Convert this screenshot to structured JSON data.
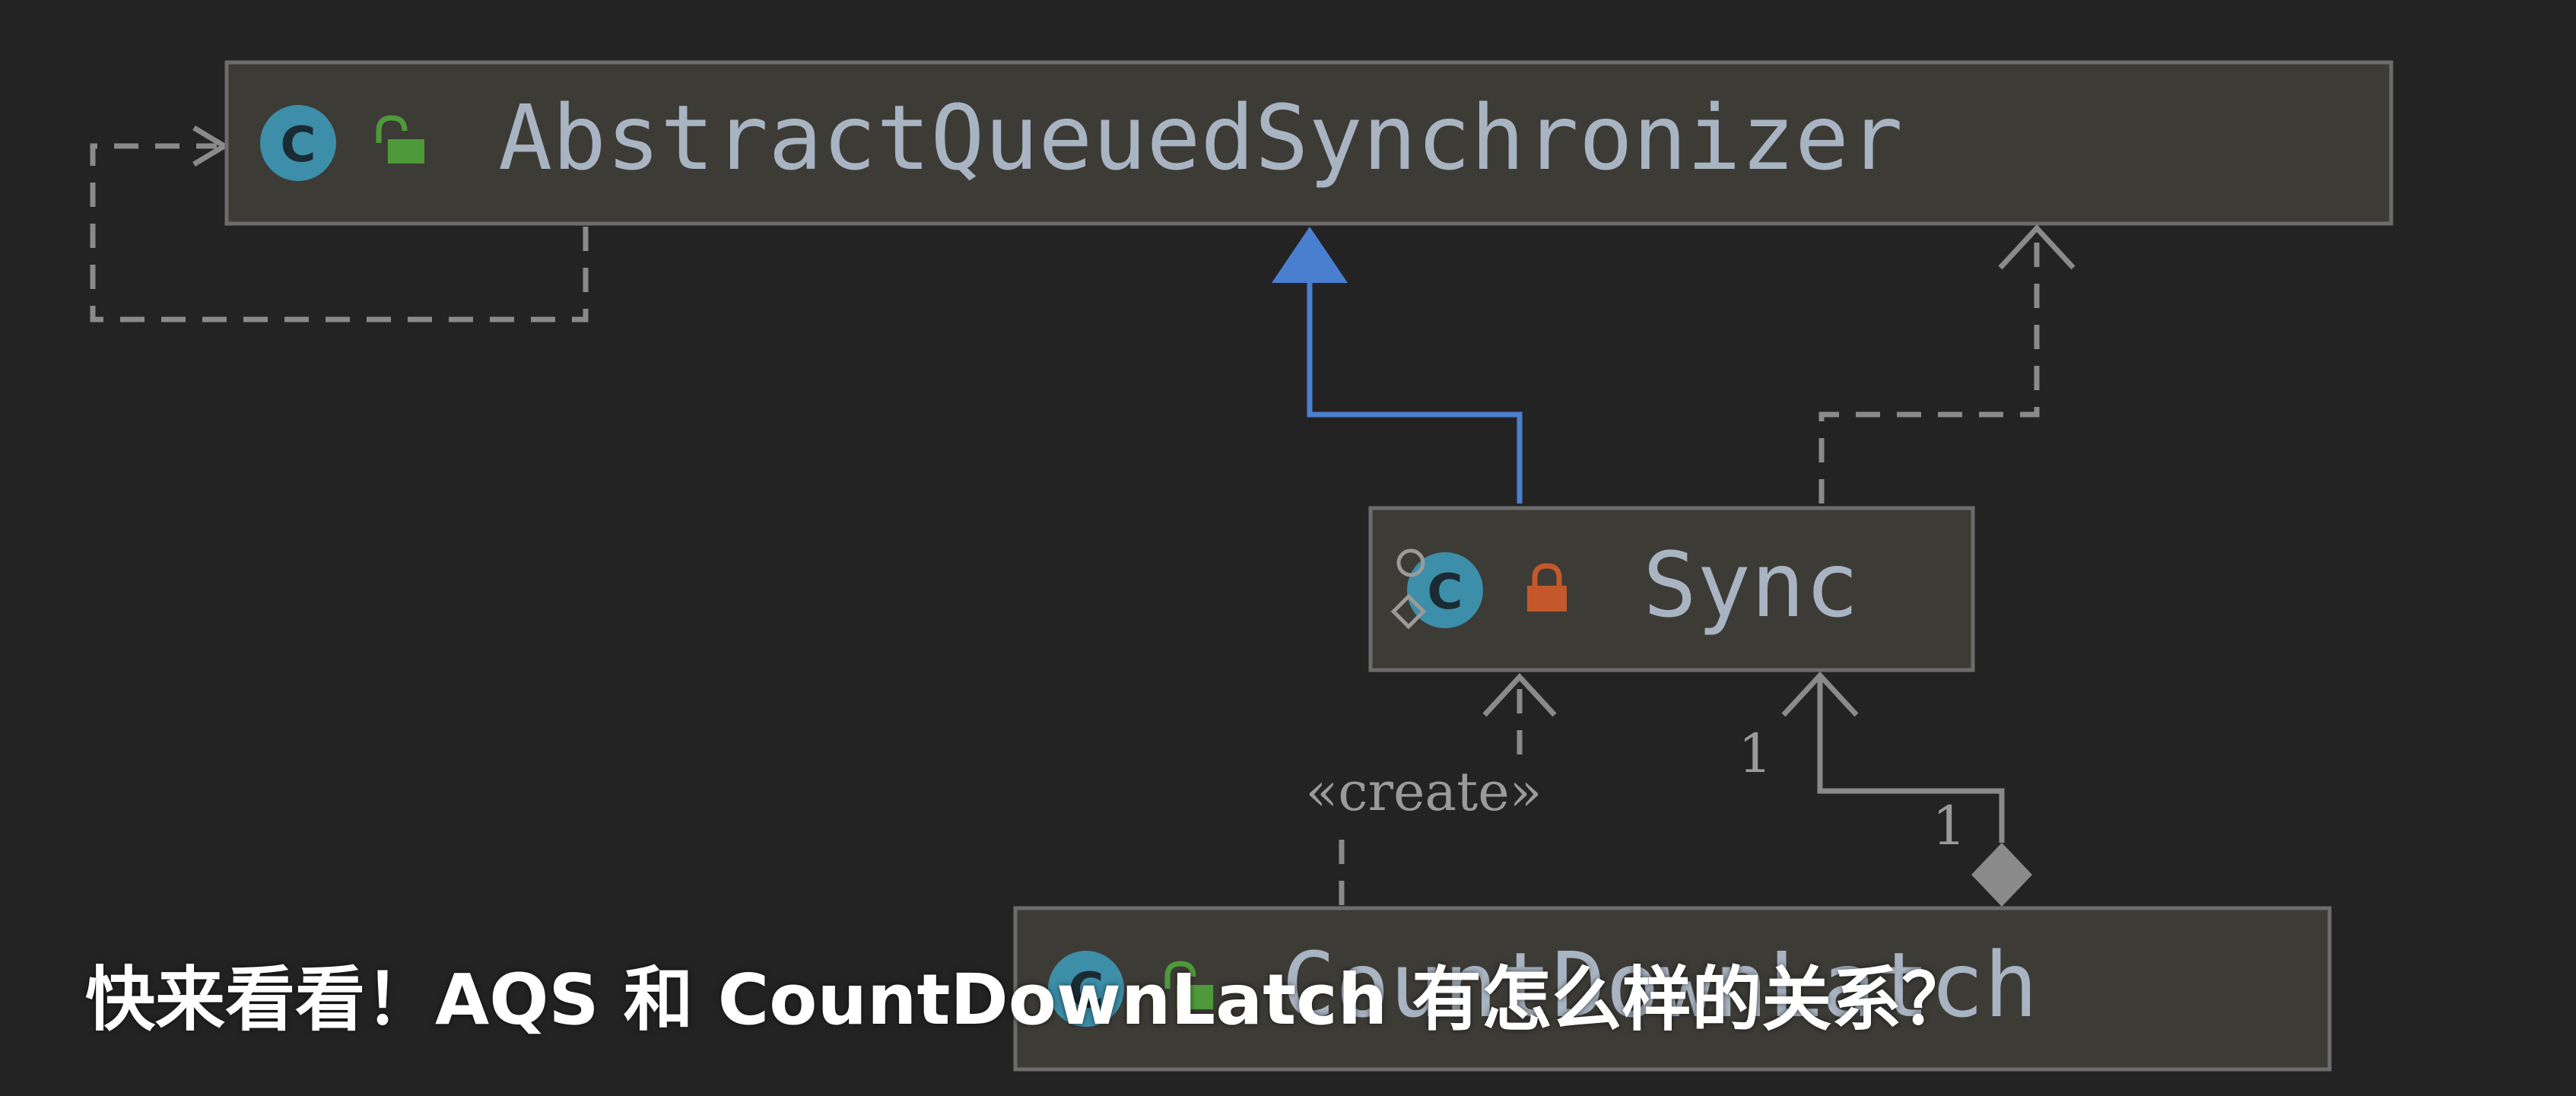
{
  "classes": {
    "aqs": {
      "name": "AbstractQueuedSynchronizer",
      "icon_letter": "C",
      "visibility_icon": "unlock-icon"
    },
    "sync": {
      "name": "Sync",
      "icon_letter": "C",
      "visibility_icon": "lock-icon"
    },
    "countdownlatch": {
      "name": "CountDownLatch",
      "icon_letter": "C",
      "visibility_icon": "unlock-icon"
    }
  },
  "relations": {
    "create_label": "«create»",
    "multiplicity_source": "1",
    "multiplicity_target": "1"
  },
  "caption": "快来看看！AQS 和 CountDownLatch 有怎么样的关系？",
  "colors": {
    "background": "#232323",
    "box_fill": "#3d3b36",
    "box_border": "#6c6c6c",
    "inheritance_arrow": "#4a7fd0",
    "dashed_line": "#8a8a8a",
    "class_icon": "#3d8ea8",
    "unlock_icon": "#4e9a3a",
    "lock_icon": "#c4582b"
  }
}
